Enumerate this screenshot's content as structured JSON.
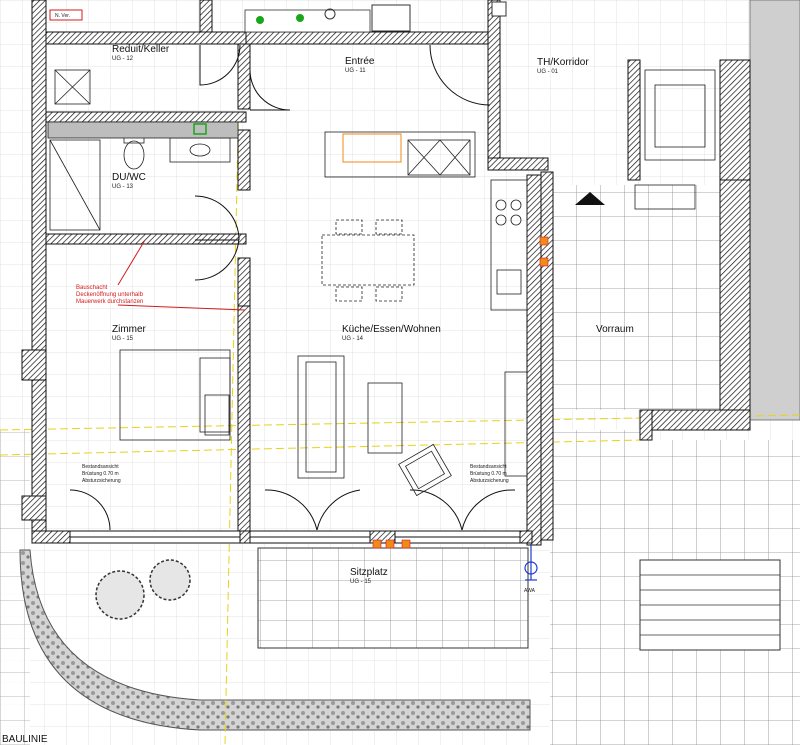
{
  "rooms": {
    "reduit": {
      "name": "Reduit/Keller",
      "code": "UG - 12"
    },
    "entree": {
      "name": "Entrée",
      "code": "UG - 11"
    },
    "korridor": {
      "name": "TH/Korridor",
      "code": "UG - 01"
    },
    "duwc": {
      "name": "DU/WC",
      "code": "UG - 13"
    },
    "zimmer": {
      "name": "Zimmer",
      "code": "UG - 15"
    },
    "kueche": {
      "name": "Küche/Essen/Wohnen",
      "code": "UG - 14"
    },
    "vorraum": {
      "name": "Vorraum"
    },
    "sitzplatz": {
      "name": "Sitzplatz",
      "code": "UG - 15"
    }
  },
  "annotations": {
    "red_note_line1": "Bauschacht",
    "red_note_line2": "Deckenöffnung unterhalb",
    "red_note_line3": "Mauerwerk durchstanzen",
    "window_note_line1": "Bestandsansicht",
    "window_note_line2": "Brüstung 0.70 m",
    "window_note_line3": "Absturzsicherung",
    "frame_label": "N. Ver.",
    "bottom_left_label": "BAULINIE",
    "awa_label": "AWA"
  },
  "colors": {
    "wall_hatch": "#1a1a1a",
    "annotation_red": "#d21c1c",
    "axis_yellow": "#e8d21a",
    "paving_grey": "#8a8a8a",
    "planting_grey": "#bdbdbd",
    "stair_grey": "#9a9a9a",
    "symbol_green": "#1aa51a",
    "symbol_blue": "#1a3cd2",
    "symbol_orange": "#f08a1a"
  }
}
